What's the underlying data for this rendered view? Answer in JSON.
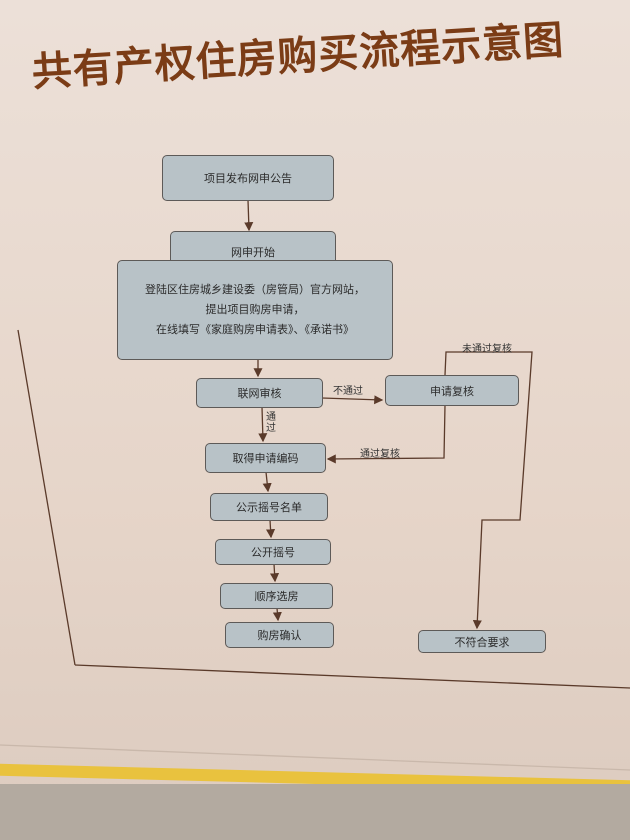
{
  "title": "共有产权住房购买流程示意图",
  "nodes": {
    "announce": "项目发布网申公告",
    "start_title": "网申开始",
    "start_line1": "登陆区住房城乡建设委（房管局）官方网站，",
    "start_line2": "提出项目购房申请，",
    "start_line3": "在线填写《家庭购房申请表》、《承诺书》",
    "review": "联网审核",
    "recheck": "申请复核",
    "code": "取得申请编码",
    "list": "公示摇号名单",
    "lottery": "公开摇号",
    "select": "顺序选房",
    "confirm": "购房确认",
    "reject": "不符合要求"
  },
  "edges": {
    "fail": "不通过",
    "pass": "通过",
    "pass_recheck": "通过复核",
    "fail_recheck": "未通过复核"
  },
  "colors": {
    "title": "#7b3c16",
    "box": "#b8c2c7",
    "background": "#e6d5c8"
  }
}
